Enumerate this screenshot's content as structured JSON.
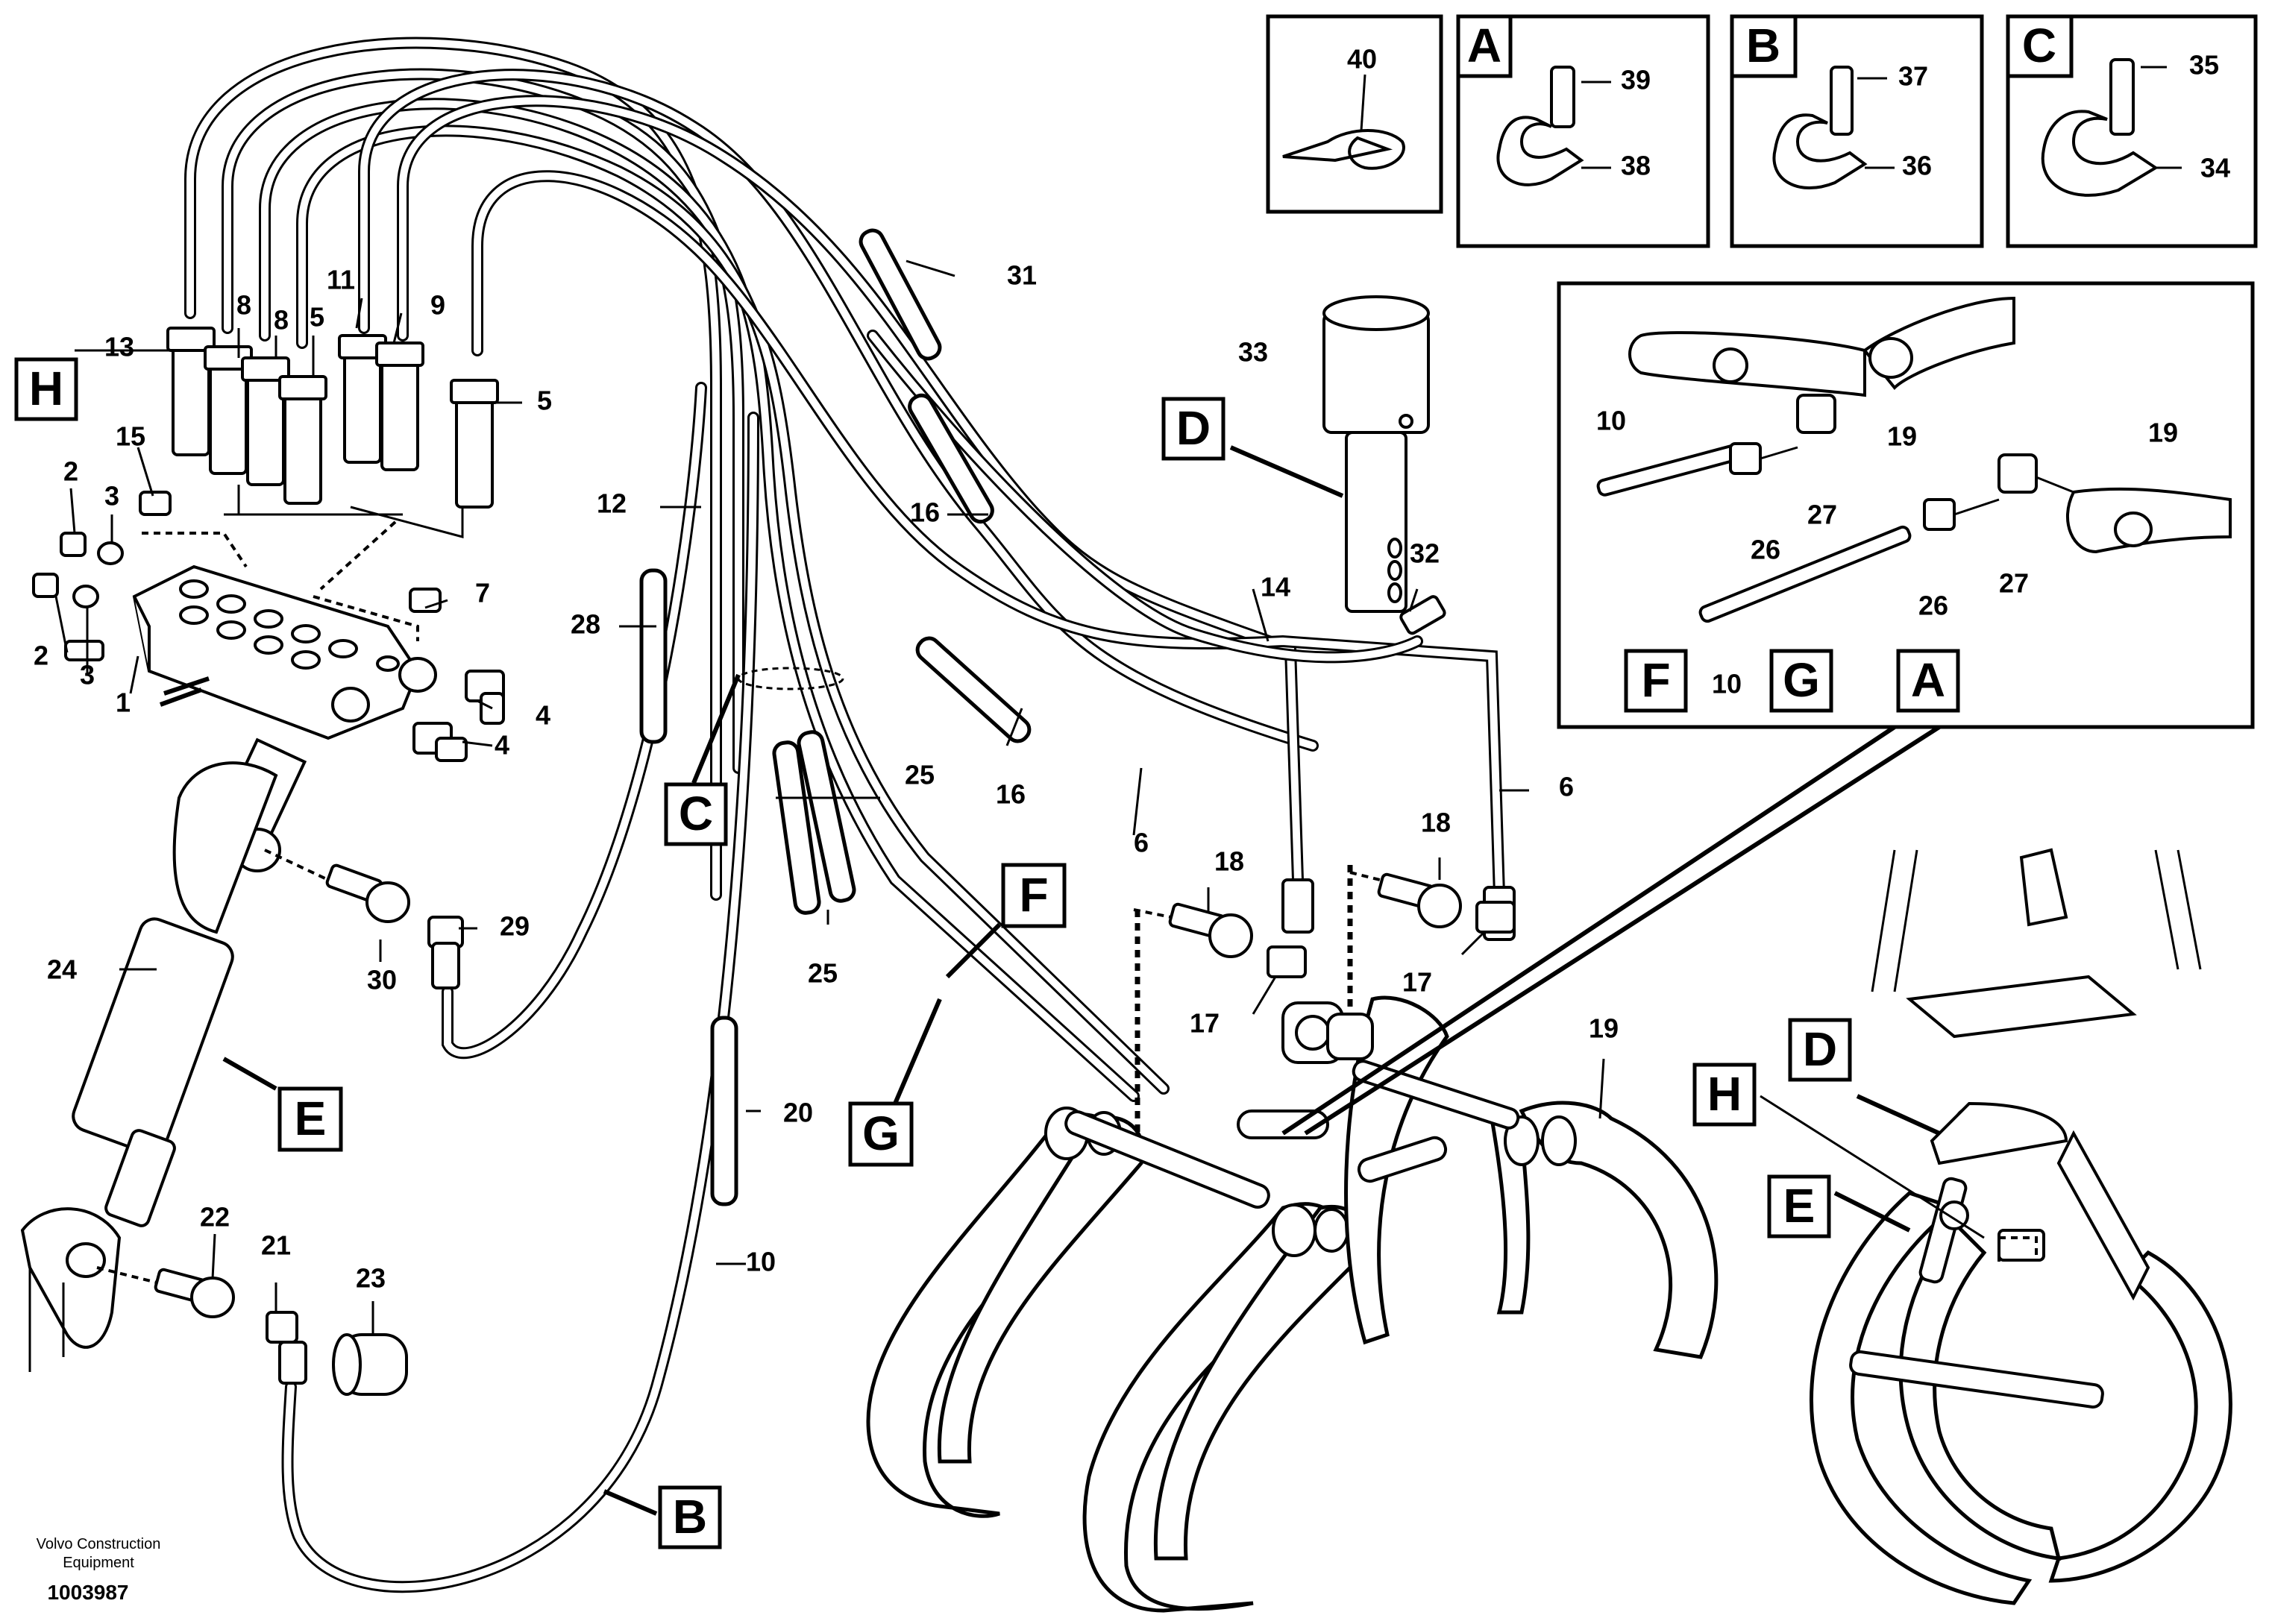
{
  "footer": {
    "credit_line1": "Volvo Construction",
    "credit_line2": "Equipment",
    "doc_number": "1003987"
  },
  "view_letters": {
    "H": "H",
    "C": "C",
    "D": "D",
    "E": "E",
    "B": "B",
    "F": "F",
    "G": "G",
    "A": "A"
  },
  "inset_letters": {
    "A": "A",
    "B": "B",
    "C": "C"
  },
  "callouts": {
    "n1": "1",
    "n2a": "2",
    "n2b": "2",
    "n3a": "3",
    "n3b": "3",
    "n4a": "4",
    "n4b": "4",
    "n5a": "5",
    "n5b": "5",
    "n6a": "6",
    "n6b": "6",
    "n7": "7",
    "n8a": "8",
    "n8b": "8",
    "n9": "9",
    "n10a": "10",
    "n10b": "10",
    "n10c": "10",
    "n11": "11",
    "n12": "12",
    "n13": "13",
    "n14": "14",
    "n15": "15",
    "n16a": "16",
    "n16b": "16",
    "n17a": "17",
    "n17b": "17",
    "n18a": "18",
    "n18b": "18",
    "n19a": "19",
    "n19b": "19",
    "n19c": "19",
    "n20": "20",
    "n21": "21",
    "n22": "22",
    "n23": "23",
    "n24": "24",
    "n25a": "25",
    "n25b": "25",
    "n26a": "26",
    "n26b": "26",
    "n27a": "27",
    "n27b": "27",
    "n28": "28",
    "n29": "29",
    "n30": "30",
    "n31": "31",
    "n32": "32",
    "n33": "33",
    "n34": "34",
    "n35": "35",
    "n36": "36",
    "n37": "37",
    "n38": "38",
    "n39": "39",
    "n40": "40"
  }
}
